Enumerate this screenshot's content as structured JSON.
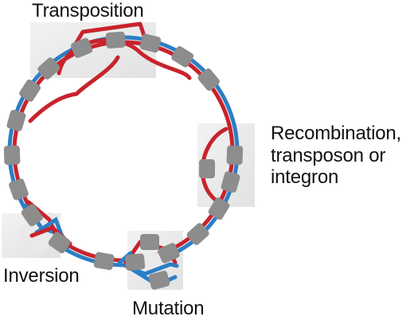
{
  "labels": {
    "transposition": "Transposition",
    "recombination": [
      "Recombination,",
      "transposon or",
      "integron"
    ],
    "inversion": "Inversion",
    "mutation": "Mutation"
  },
  "colors": {
    "strand_blue": "#2b7fc5",
    "strand_red": "#c8232c",
    "gene_block": "#8d8d8d",
    "highlight_box": "#e9e9e9"
  }
}
